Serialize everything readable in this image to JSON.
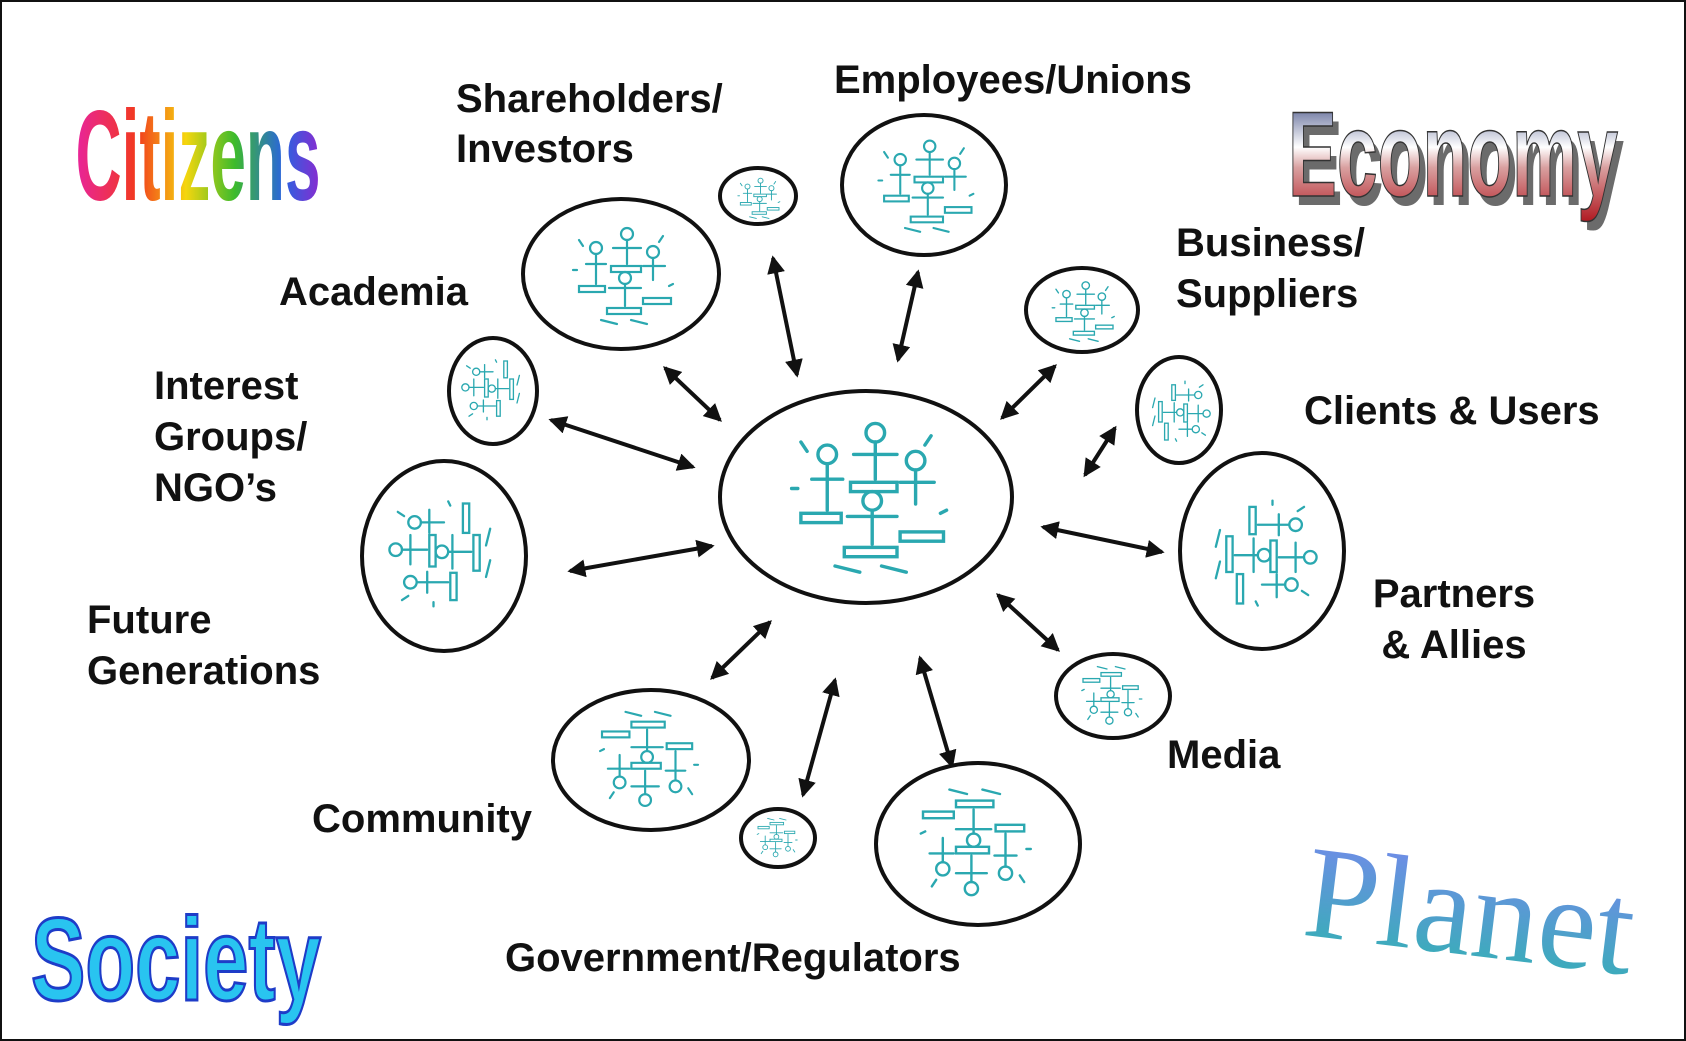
{
  "corner_words": {
    "citizens": "Citizens",
    "economy": "Economy",
    "society": "Society",
    "planet": "Planet"
  },
  "center": {
    "icon": "people-group-icon"
  },
  "stakeholders": [
    {
      "id": "shareholders-investors",
      "lines": [
        "Shareholders/",
        "Investors"
      ]
    },
    {
      "id": "employees-unions",
      "lines": [
        "Employees/Unions"
      ]
    },
    {
      "id": "business-suppliers",
      "lines": [
        "Business/",
        "Suppliers"
      ]
    },
    {
      "id": "clients-users",
      "lines": [
        "Clients & Users"
      ]
    },
    {
      "id": "partners-allies",
      "lines": [
        "Partners",
        "& Allies"
      ]
    },
    {
      "id": "media",
      "lines": [
        "Media"
      ]
    },
    {
      "id": "government-regulators",
      "lines": [
        "Government/Regulators"
      ]
    },
    {
      "id": "community",
      "lines": [
        "Community"
      ]
    },
    {
      "id": "future-generations",
      "lines": [
        "Future",
        "Generations"
      ]
    },
    {
      "id": "interest-groups-ngos",
      "lines": [
        "Interest",
        "Groups/",
        "NGO’s"
      ]
    },
    {
      "id": "academia",
      "lines": [
        "Academia"
      ]
    }
  ],
  "colors": {
    "ink": "#111111",
    "people": "#2aa8b0",
    "economy_top": "#1b2a6b",
    "economy_bottom": "#b01820",
    "society_fill": "#29c4f0",
    "society_outline": "#1e3cc8",
    "planet_top": "#7a86f0",
    "planet_bottom": "#2fb3b0"
  }
}
